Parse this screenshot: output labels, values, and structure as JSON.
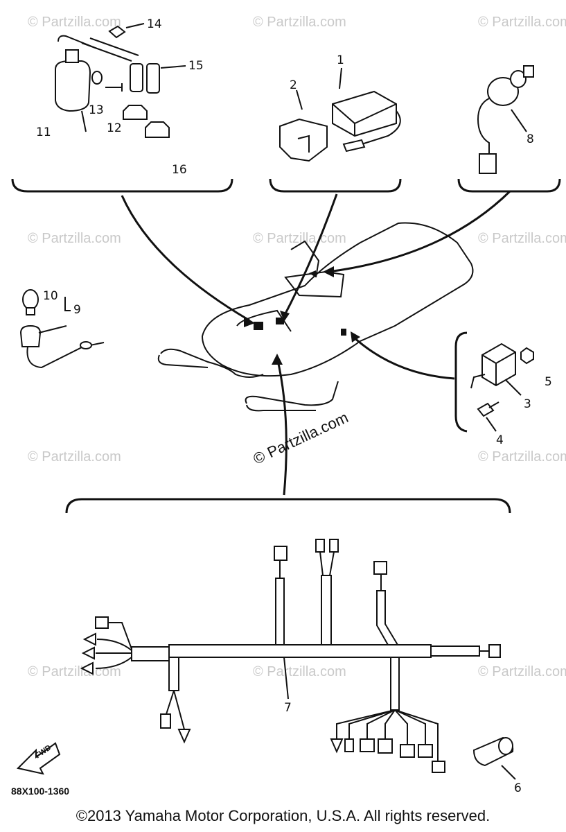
{
  "watermark": "© Partzilla.com",
  "center_watermark": "© Partzilla.com",
  "diagram_code": "88X100-1360",
  "fwd_label": "FWD",
  "copyright": "©2013 Yamaha Motor Corporation, U.S.A. All rights reserved.",
  "callouts": {
    "c1": "1",
    "c2": "2",
    "c3": "3",
    "c4": "4",
    "c5": "5",
    "c6": "6",
    "c7": "7",
    "c8": "8",
    "c9": "9",
    "c10": "10",
    "c11": "11",
    "c12": "12",
    "c13": "13",
    "c14": "14",
    "c15": "15",
    "c16": "16"
  }
}
